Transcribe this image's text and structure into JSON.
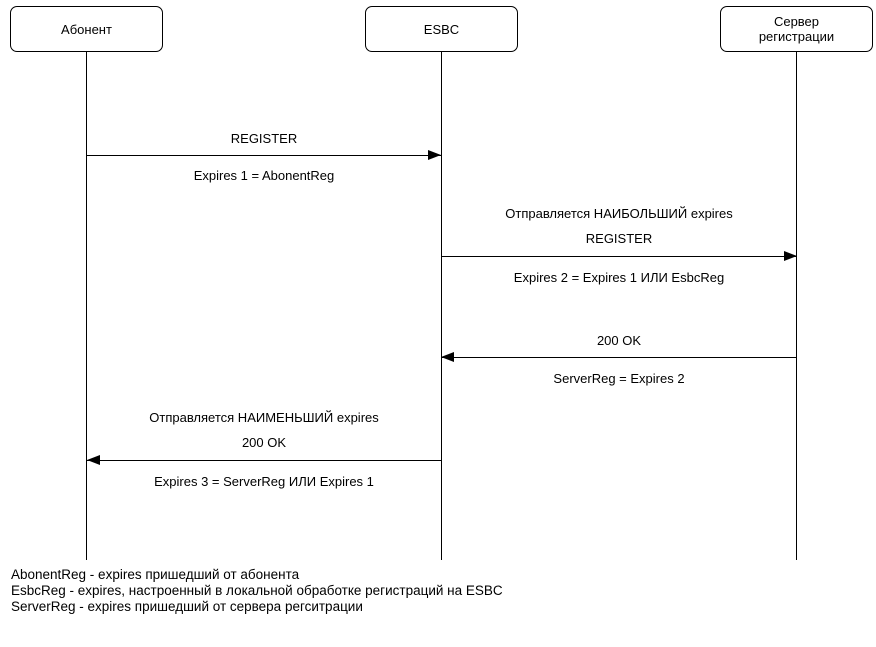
{
  "actors": [
    {
      "label": "Абонент"
    },
    {
      "label": "ESBC"
    },
    {
      "label": "Сервер\nрегистрации"
    }
  ],
  "messages": [
    {
      "name": "REGISTER",
      "note": "",
      "detail": "Expires 1 = AbonentReg",
      "from": "Абонент",
      "to": "ESBC",
      "direction": "right"
    },
    {
      "name": "REGISTER",
      "note": "Отправляется НАИБОЛЬШИЙ expires",
      "detail": "Expires 2 = Expires 1 ИЛИ EsbcReg",
      "from": "ESBC",
      "to": "Сервер регистрации",
      "direction": "right"
    },
    {
      "name": "200 OK",
      "note": "",
      "detail": "ServerReg = Expires 2",
      "from": "Сервер регистрации",
      "to": "ESBC",
      "direction": "left"
    },
    {
      "name": "200 OK",
      "note": "Отправляется НАИМЕНЬШИЙ expires",
      "detail": "Expires 3 = ServerReg ИЛИ Expires 1",
      "from": "ESBC",
      "to": "Абонент",
      "direction": "left"
    }
  ],
  "footnotes": [
    "AbonentReg - expires пришедший от абонента",
    "EsbcReg - expires, настроенный в локальной обработке регистраций на ESBC",
    "ServerReg - expires пришедший от сервера регситрации"
  ],
  "colors": {
    "line": "#000000",
    "background": "#ffffff",
    "text": "#000000"
  }
}
